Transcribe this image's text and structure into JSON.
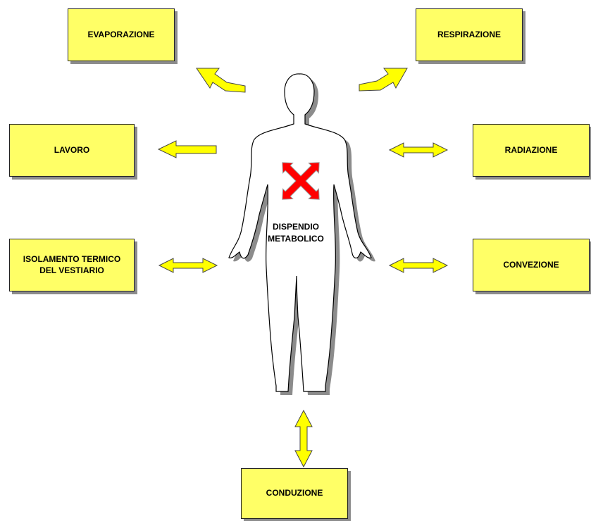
{
  "boxes": {
    "evaporazione": "EVAPORAZIONE",
    "respirazione": "RESPIRAZIONE",
    "lavoro": "LAVORO",
    "radiazione": "RADIAZIONE",
    "isolamento": "ISOLAMENTO TERMICO\nDEL VESTIARIO",
    "convezione": "CONVEZIONE",
    "conduzione": "CONDUZIONE"
  },
  "center_label": "DISPENDIO\nMETABOLICO",
  "colors": {
    "box_fill": "#ffff66",
    "arrow_fill": "#ffff00",
    "cross_fill": "#ff0000",
    "shadow": "#8c8c8c"
  },
  "icons": [
    "human-silhouette",
    "red-four-way-arrow-icon"
  ]
}
